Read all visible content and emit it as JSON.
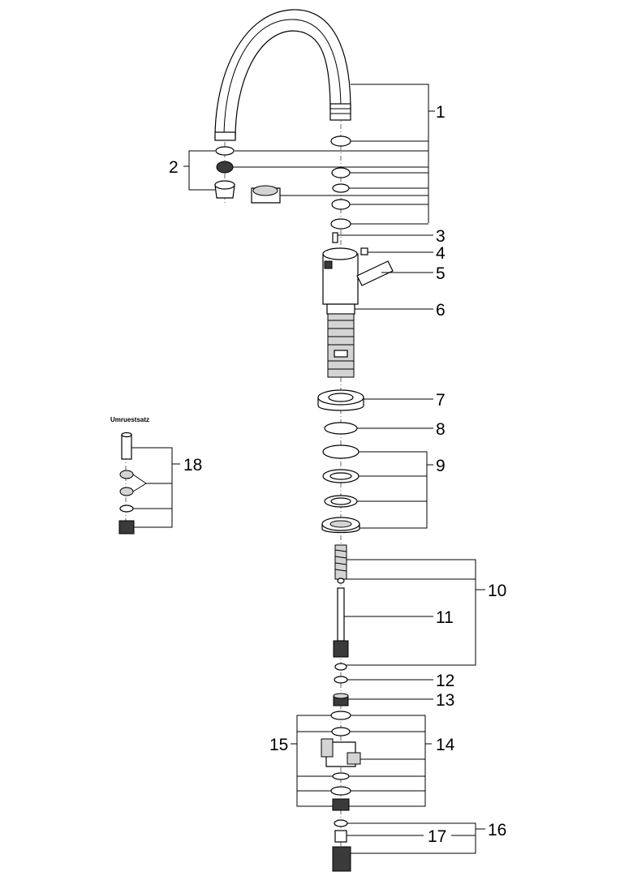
{
  "callouts": [
    "1",
    "2",
    "3",
    "4",
    "5",
    "6",
    "7",
    "8",
    "9",
    "10",
    "11",
    "12",
    "13",
    "14",
    "15",
    "16",
    "17",
    "18"
  ],
  "kit_label": "Umruestsatz"
}
